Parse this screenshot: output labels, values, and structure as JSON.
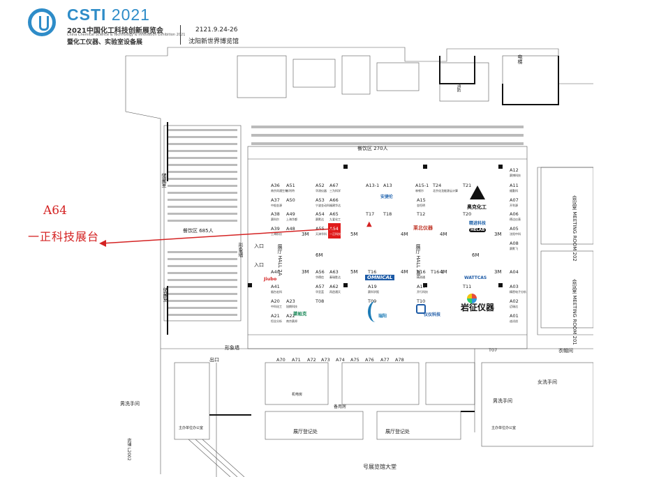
{
  "header": {
    "brand": "CSTI",
    "year": "2021",
    "title_cn": "2021中国化工科技创新展览会",
    "title_en": "China Chemical Science & Technology & Innovation Exhibition 2021",
    "subtitle_cn": "暨化工仪器、实验室设备展",
    "date": "2121.9.24-26",
    "venue": "沈阳新世界博览馆"
  },
  "callout": {
    "booth": "A64",
    "name": "一正科技展台",
    "color": "#d42222"
  },
  "colors": {
    "brand": "#2e8cc8",
    "highlight": "#e01b1b",
    "callout": "#d42222"
  },
  "areas": {
    "dining_270": "餐饮区 270人",
    "dining_685": "餐饮区 685人",
    "hall_2a": "展厅 HALL 2A",
    "hall_2b": "展厅 HALL 2B",
    "exit": "出口",
    "entrance": "入口",
    "image_wall": "形象墙",
    "image_wall_v": "形象墙",
    "lobby": "号展览馆大堂",
    "reg_left": "展厅登记处",
    "reg_right": "展厅登记处",
    "meeting_202": "会议室 MEETING ROOM 202",
    "meeting_201": "会议室 MEETING ROOM 201",
    "women_wc": "女洗手间",
    "men_wc": "男洗手间",
    "storage": "储藏室",
    "cloak": "衣帽间",
    "elevator": "电梯",
    "organizer_office": "主办单位办公室",
    "backup_room": "备用房",
    "machine_room": "机电房",
    "fire_room": "消防",
    "room_l2002": "店铺 L2002"
  },
  "dist": {
    "d3": "3M",
    "d5": "5M",
    "d4": "4M",
    "d6": "6M"
  },
  "booths": [
    {
      "id": "A36",
      "sub": "南京尚通生物"
    },
    {
      "id": "A51",
      "sub": "玖利特"
    },
    {
      "id": "A37",
      "sub": "中船金源"
    },
    {
      "id": "A50",
      "sub": ""
    },
    {
      "id": "A38",
      "sub": "赛科尔"
    },
    {
      "id": "A49",
      "sub": "上海华都"
    },
    {
      "id": "A39",
      "sub": "上海析仪"
    },
    {
      "id": "A48",
      "sub": ""
    },
    {
      "id": "A52",
      "sub": "华测仪器"
    },
    {
      "id": "A67",
      "sub": "三为科学"
    },
    {
      "id": "A53",
      "sub": "宁波金动科"
    },
    {
      "id": "A66",
      "sub": "福建华达"
    },
    {
      "id": "A54",
      "sub": "赛默达"
    },
    {
      "id": "A65",
      "sub": "九爱化工"
    },
    {
      "id": "A55",
      "sub": "天津华科"
    },
    {
      "id": "A64",
      "sub": "一正科技"
    },
    {
      "id": "A13-1",
      "sub": ""
    },
    {
      "id": "A13",
      "sub": ""
    },
    {
      "id": "T17",
      "sub": ""
    },
    {
      "id": "T18",
      "sub": ""
    },
    {
      "id": "A15-1",
      "sub": "林顿尔"
    },
    {
      "id": "T24",
      "sub": "北京化龙能源云计算"
    },
    {
      "id": "A15",
      "sub": "金恒明"
    },
    {
      "id": "T12",
      "sub": ""
    },
    {
      "id": "T21",
      "sub": ""
    },
    {
      "id": "T20",
      "sub": ""
    },
    {
      "id": "A12",
      "sub": "赛博科技"
    },
    {
      "id": "A11",
      "sub": "维勤科"
    },
    {
      "id": "A07",
      "sub": "开利源"
    },
    {
      "id": "A06",
      "sub": "德达仪表"
    },
    {
      "id": "A05",
      "sub": "沈阳中科"
    },
    {
      "id": "A08",
      "sub": "赛默飞"
    },
    {
      "id": "A04",
      "sub": ""
    },
    {
      "id": "A03",
      "sub": "精密电子分析"
    },
    {
      "id": "A02",
      "sub": "迈瑞达"
    },
    {
      "id": "A01",
      "sub": "迪试创"
    },
    {
      "id": "A40",
      "sub": ""
    },
    {
      "id": "A56",
      "sub": "华德信"
    },
    {
      "id": "A63",
      "sub": "秦瑞胜达"
    },
    {
      "id": "A41",
      "sub": "烟台宏科"
    },
    {
      "id": "A57",
      "sub": "华亚蓝"
    },
    {
      "id": "A62",
      "sub": "再造通天"
    },
    {
      "id": "T08",
      "sub": ""
    },
    {
      "id": "A20",
      "sub": "中科化工"
    },
    {
      "id": "A23",
      "sub": "旭朗科技"
    },
    {
      "id": "A21",
      "sub": "恒业分析"
    },
    {
      "id": "A22",
      "sub": "南京赛邦"
    },
    {
      "id": "T16",
      "sub": ""
    },
    {
      "id": "A19",
      "sub": "赛科学报"
    },
    {
      "id": "T09",
      "sub": ""
    },
    {
      "id": "A16",
      "sub": "精测通"
    },
    {
      "id": "T16-1",
      "sub": ""
    },
    {
      "id": "A17",
      "sub": "开行科技"
    },
    {
      "id": "T10",
      "sub": ""
    },
    {
      "id": "T11",
      "sub": ""
    },
    {
      "id": "T07",
      "sub": ""
    },
    {
      "id": "A70",
      "sub": ""
    },
    {
      "id": "A71",
      "sub": ""
    },
    {
      "id": "A72",
      "sub": ""
    },
    {
      "id": "A73",
      "sub": ""
    },
    {
      "id": "A74",
      "sub": ""
    },
    {
      "id": "A75",
      "sub": ""
    },
    {
      "id": "A76",
      "sub": ""
    },
    {
      "id": "A77",
      "sub": ""
    },
    {
      "id": "A78",
      "sub": ""
    }
  ],
  "exhibitor_logos": {
    "anxin": "安捷伦",
    "yabei": "莱北仪器",
    "aoke": "奥克化工",
    "jingjin": "精进科技",
    "helab": "HELAB",
    "omnical": "OMNICAL",
    "ruiyang": "瑞阳",
    "yizheng": "岩征仪器",
    "watt": "WATTCAS",
    "yiyi": "仪仪科技",
    "jiubo": "Jiubo",
    "laiyi": "莱帕克"
  }
}
